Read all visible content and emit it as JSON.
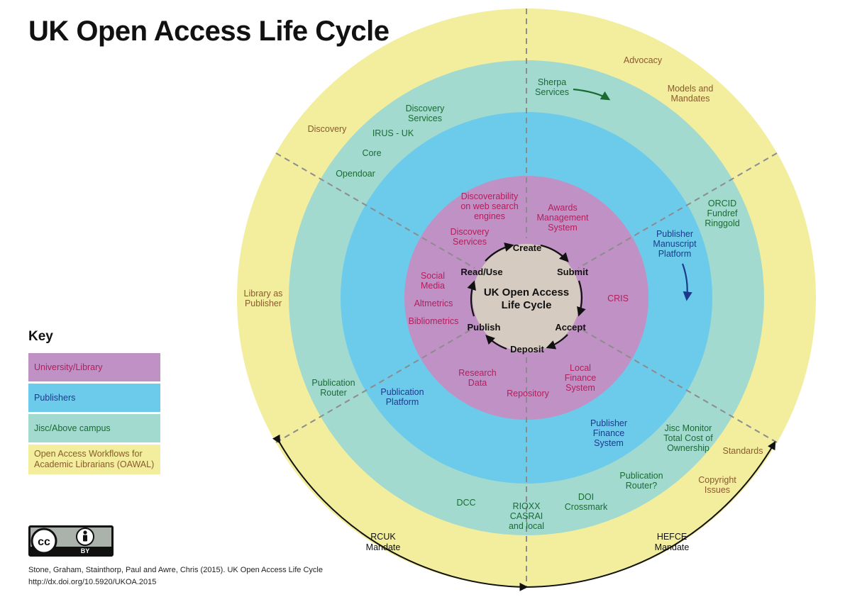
{
  "title": "UK Open Access Life Cycle",
  "colors": {
    "oawal": "#f2ee9e",
    "jisc": "#a2dad0",
    "publishers": "#6ccbea",
    "university": "#c091c5",
    "core": "#d6cbc1",
    "oawal_text": "#8a5a2c",
    "jisc_text": "#1a6b32",
    "publishers_text": "#1b3a8c",
    "university_text": "#b0205c",
    "divider": "#8c8c8c"
  },
  "center": {
    "label_lines": [
      "UK Open Access",
      "Life Cycle"
    ]
  },
  "cycle_stages": [
    "Create",
    "Submit",
    "Accept",
    "Deposit",
    "Publish",
    "Read/Use"
  ],
  "oawal_ring": [
    {
      "lines": [
        "Advocacy"
      ]
    },
    {
      "lines": [
        "Models and",
        "Mandates"
      ]
    },
    {
      "lines": [
        "Discovery"
      ]
    },
    {
      "lines": [
        "Library as",
        "Publisher"
      ]
    },
    {
      "lines": [
        "Standards"
      ]
    },
    {
      "lines": [
        "Copyright",
        "Issues"
      ]
    }
  ],
  "jisc_ring": [
    {
      "lines": [
        "Sherpa",
        "Services"
      ]
    },
    {
      "lines": [
        "Discovery",
        "Services"
      ]
    },
    {
      "lines": [
        "IRUS - UK"
      ]
    },
    {
      "lines": [
        "Core"
      ]
    },
    {
      "lines": [
        "Opendoar"
      ]
    },
    {
      "lines": [
        "ORCID",
        "Fundref",
        "Ringgold"
      ]
    },
    {
      "lines": [
        "Publication",
        "Router"
      ]
    },
    {
      "lines": [
        "Jisc Monitor",
        "Total Cost of",
        "Ownership"
      ]
    },
    {
      "lines": [
        "Publication",
        "Router?"
      ]
    },
    {
      "lines": [
        "DOI",
        "Crossmark"
      ]
    },
    {
      "lines": [
        "DCC"
      ]
    },
    {
      "lines": [
        "RIOXX",
        "CASRAI",
        "and local"
      ]
    }
  ],
  "publishers_ring": [
    {
      "lines": [
        "Publisher",
        "Manuscript",
        "Platform"
      ]
    },
    {
      "lines": [
        "Publication",
        "Platform"
      ]
    },
    {
      "lines": [
        "Publisher",
        "Finance",
        "System"
      ]
    }
  ],
  "university_ring": [
    {
      "lines": [
        "Discoverability",
        "on web search",
        "engines"
      ]
    },
    {
      "lines": [
        "Awards",
        "Management",
        "System"
      ]
    },
    {
      "lines": [
        "Discovery",
        "Services"
      ]
    },
    {
      "lines": [
        "Social",
        "Media"
      ]
    },
    {
      "lines": [
        "Altmetrics"
      ]
    },
    {
      "lines": [
        "Bibliometrics"
      ]
    },
    {
      "lines": [
        "CRIS"
      ]
    },
    {
      "lines": [
        "Research",
        "Data"
      ]
    },
    {
      "lines": [
        "Local",
        "Finance",
        "System"
      ]
    },
    {
      "lines": [
        "Repository"
      ]
    }
  ],
  "mandates": [
    {
      "lines": [
        "RCUK",
        "Mandate"
      ]
    },
    {
      "lines": [
        "HEFCE",
        "Mandate"
      ]
    }
  ],
  "key": {
    "title": "Key",
    "items": [
      {
        "label": "University/Library",
        "color": "#c091c5",
        "text_color": "#b0205c"
      },
      {
        "label": "Publishers",
        "color": "#6ccbea",
        "text_color": "#1b3a8c"
      },
      {
        "label": "Jisc/Above campus",
        "color": "#a2dad0",
        "text_color": "#1a6b32"
      },
      {
        "label": "Open Access Workflows for Academic Librarians (OAWAL)",
        "color": "#f2ee9e",
        "text_color": "#8a5a2c"
      }
    ]
  },
  "license": {
    "badge_text": "BY",
    "cc_text": "cc"
  },
  "citation": {
    "line1": "Stone, Graham, Stainthorp, Paul and Awre, Chris (2015). UK Open Access Life Cycle",
    "line2": "http://dx.doi.org/10.5920/UKOA.2015"
  }
}
